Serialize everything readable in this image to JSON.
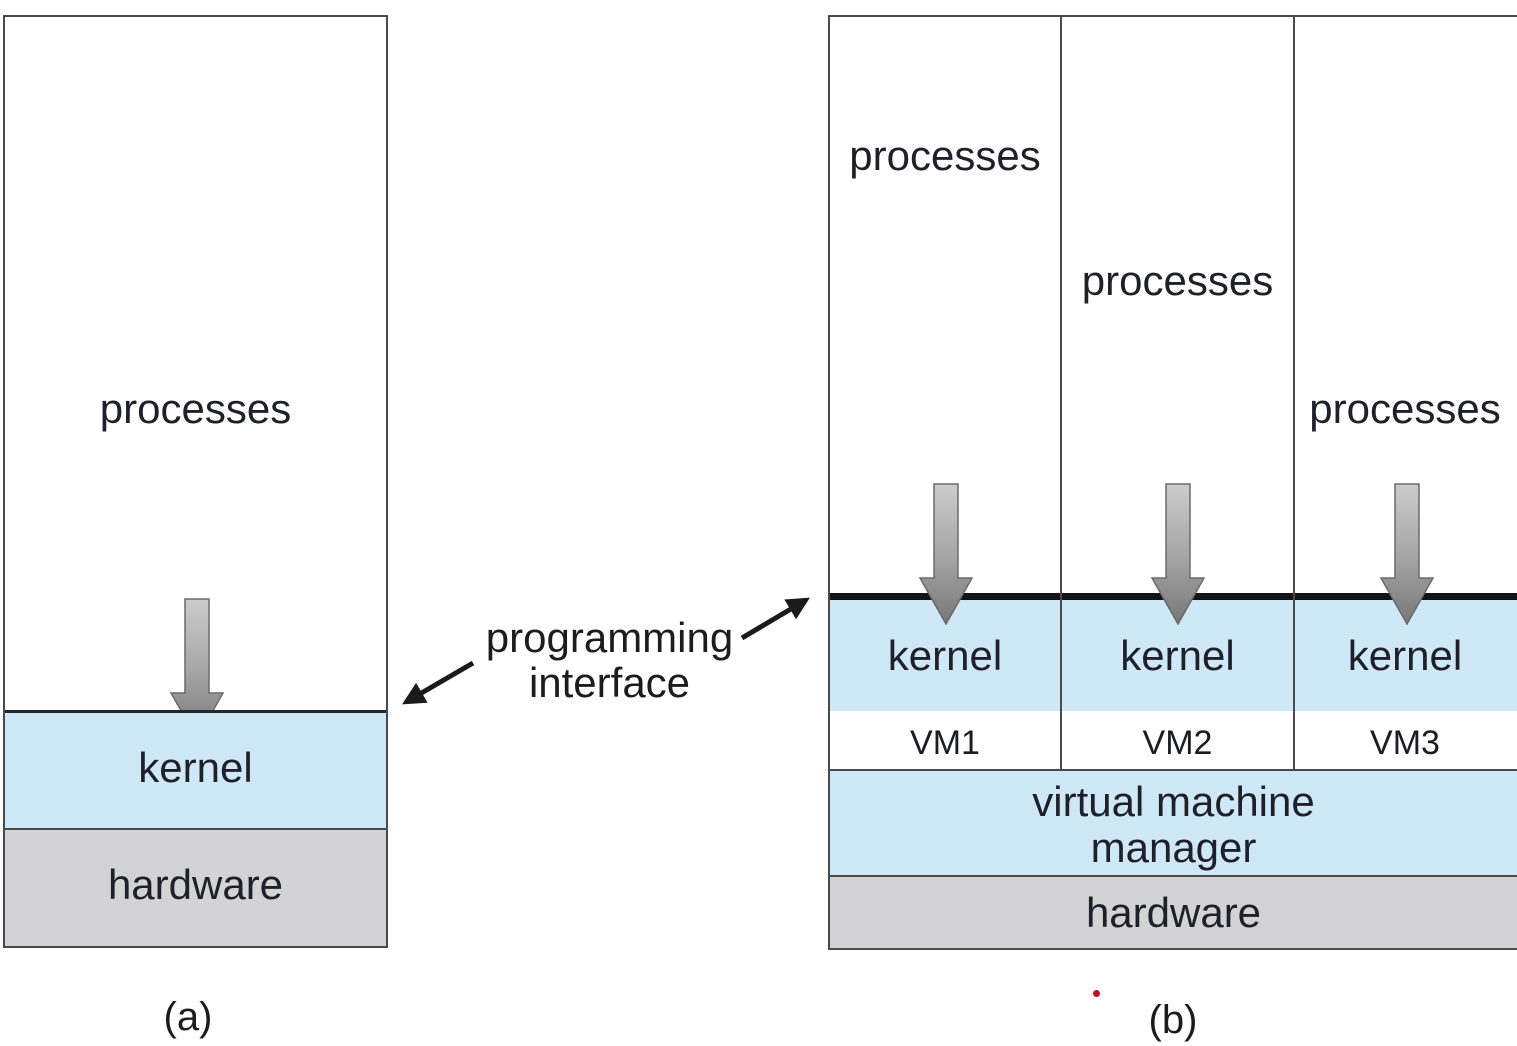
{
  "figure": {
    "caption_a": "(a)",
    "caption_b": "(b)"
  },
  "panel_a": {
    "processes_label": "processes",
    "kernel_label": "kernel",
    "hardware_label": "hardware"
  },
  "annotation": {
    "line1": "programming",
    "line2": "interface"
  },
  "panel_b": {
    "columns": [
      {
        "processes_label": "processes",
        "kernel_label": "kernel",
        "vm_label": "VM1"
      },
      {
        "processes_label": "processes",
        "kernel_label": "kernel",
        "vm_label": "VM2"
      },
      {
        "processes_label": "processes",
        "kernel_label": "kernel",
        "vm_label": "VM3"
      }
    ],
    "vmm_line1": "virtual machine",
    "vmm_line2": "manager",
    "hardware_label": "hardware"
  },
  "icons": {
    "down_arrow": "gray-gradient-down-arrow",
    "annotation_arrow": "black-pointer-arrow",
    "red_dot": "small-red-dot"
  },
  "colors": {
    "band_blue": "#cfe8f7",
    "band_gray": "#d3d3d5",
    "border": "#4a4a4a",
    "thick_line": "#141414",
    "arrow_gradient_top": "#cccccc",
    "arrow_gradient_bottom": "#777777",
    "text": "#20202a",
    "red_dot": "#c50a23"
  }
}
